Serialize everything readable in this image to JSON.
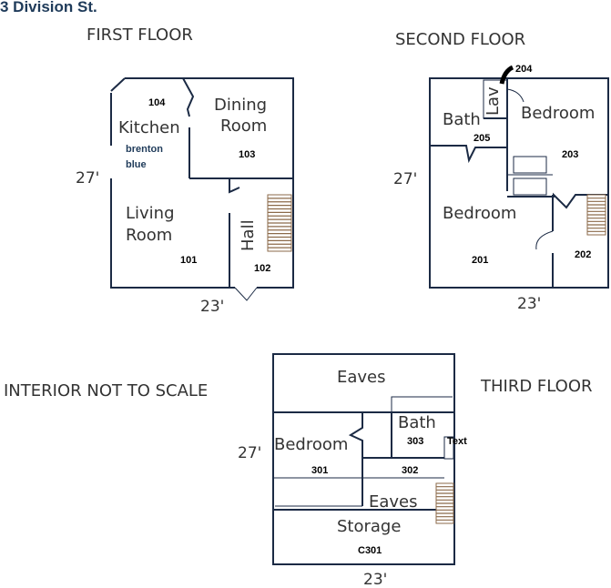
{
  "header": {
    "title": "3 Division St."
  },
  "first_floor": {
    "heading": "FIRST FLOOR",
    "dim_side": "27'",
    "dim_bottom": "23'",
    "rooms": {
      "kitchen": "Kitchen",
      "dining_l1": "Dining",
      "dining_l2": "Room",
      "living_l1": "Living",
      "living_l2": "Room",
      "hall": "Hall"
    },
    "numbers": {
      "r104": "104",
      "r103": "103",
      "r101": "101",
      "r102": "102"
    },
    "note_l1": "brenton",
    "note_l2": "blue"
  },
  "second_floor": {
    "heading": "SECOND FLOOR",
    "dim_side": "27'",
    "dim_bottom": "23'",
    "rooms": {
      "bath": "Bath",
      "bedroom_a": "Bedroom",
      "bedroom_b": "Bedroom",
      "lav": "Lav"
    },
    "numbers": {
      "r204": "204",
      "r205": "205",
      "r203": "203",
      "r201": "201",
      "r202": "202"
    }
  },
  "third_floor": {
    "heading": "THIRD FLOOR",
    "dim_side": "27'",
    "dim_bottom": "23'",
    "rooms": {
      "eaves_top": "Eaves",
      "bath": "Bath",
      "bedroom": "Bedroom",
      "eaves_low": "Eaves",
      "storage": "Storage"
    },
    "numbers": {
      "r303": "303",
      "r301": "301",
      "r302": "302",
      "c301": "C301"
    },
    "text_tag": "Text"
  },
  "notice": "INTERIOR NOT TO SCALE"
}
